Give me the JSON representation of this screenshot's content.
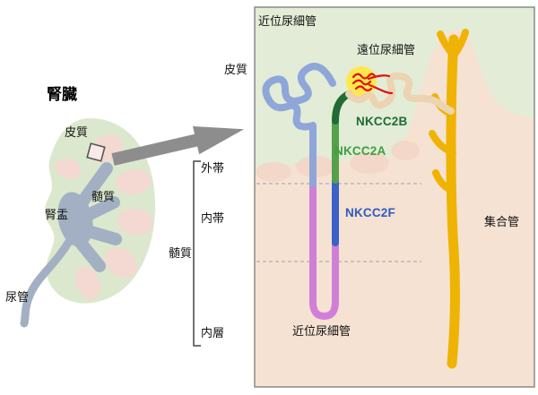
{
  "title": "腎臓",
  "kidney": {
    "cortex": "皮質",
    "medulla": "髄質",
    "pelvis": "腎盂",
    "ureter": "尿管"
  },
  "panel": {
    "proximal_tubule_top": "近位尿細管",
    "distal_tubule": "遠位尿細管",
    "cortex": "皮質",
    "outer_stripe": "外帯",
    "inner_stripe": "内帯",
    "medulla": "髄質",
    "inner_layer": "内層",
    "proximal_tubule_bottom": "近位尿細管",
    "collecting_duct": "集合管",
    "nkcc2b": "NKCC2B",
    "nkcc2a": "NKCC2A",
    "nkcc2f": "NKCC2F"
  },
  "colors": {
    "cortex_bg": "#e3ecd6",
    "medulla_bg": "#f6e2d3",
    "kidney_body": "#dbe8cd",
    "pyramid_pink": "#f3d9d2",
    "pelvis_gray": "#a3b0c3",
    "proximal_tubule": "#8fa6d9",
    "thin_limb": "#d07fd8",
    "nkcc2f_segment": "#3c62c6",
    "nkcc2a_segment": "#55a04a",
    "nkcc2b_segment": "#216b35",
    "distal_tubule": "#ecd4b2",
    "collecting_duct": "#efb303",
    "glomerulus_highlight": "#ffe84d",
    "glomerulus_red": "#e01010",
    "arrow_gray": "#8d8d8d"
  }
}
